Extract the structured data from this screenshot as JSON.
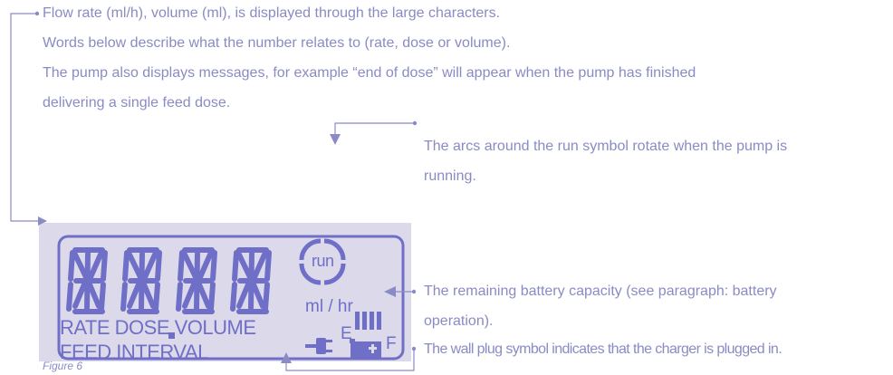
{
  "callouts": {
    "display_lines": [
      "Flow rate (ml/h), volume (ml), is displayed through the large characters.",
      "Words below describe what the number relates to (rate, dose or volume).",
      "The pump also displays messages, for example “end of dose” will appear when the pump has finished",
      "delivering a single feed dose."
    ],
    "run_lines": [
      "The arcs around the run symbol rotate when the pump is",
      "running."
    ],
    "battery_lines": [
      "The remaining battery capacity (see paragraph: battery",
      "operation)."
    ],
    "plug_line": "The wall plug symbol indicates that the charger is plugged in."
  },
  "lcd": {
    "digits": "88.88",
    "run_label": "run",
    "unit": "ml / hr",
    "line1": "RATE DOSE VOLUME",
    "line2": "FEED INTERVAL",
    "battery_empty": "E",
    "battery_full": "F",
    "battery_level": 1.0
  },
  "figure_caption": "Figure 6",
  "colors": {
    "callout_text": "#8a8bc4",
    "lcd_background": "#dcdaea",
    "lcd_segments": "#6f6fc7",
    "leader_lines": "#8a8bc4"
  }
}
